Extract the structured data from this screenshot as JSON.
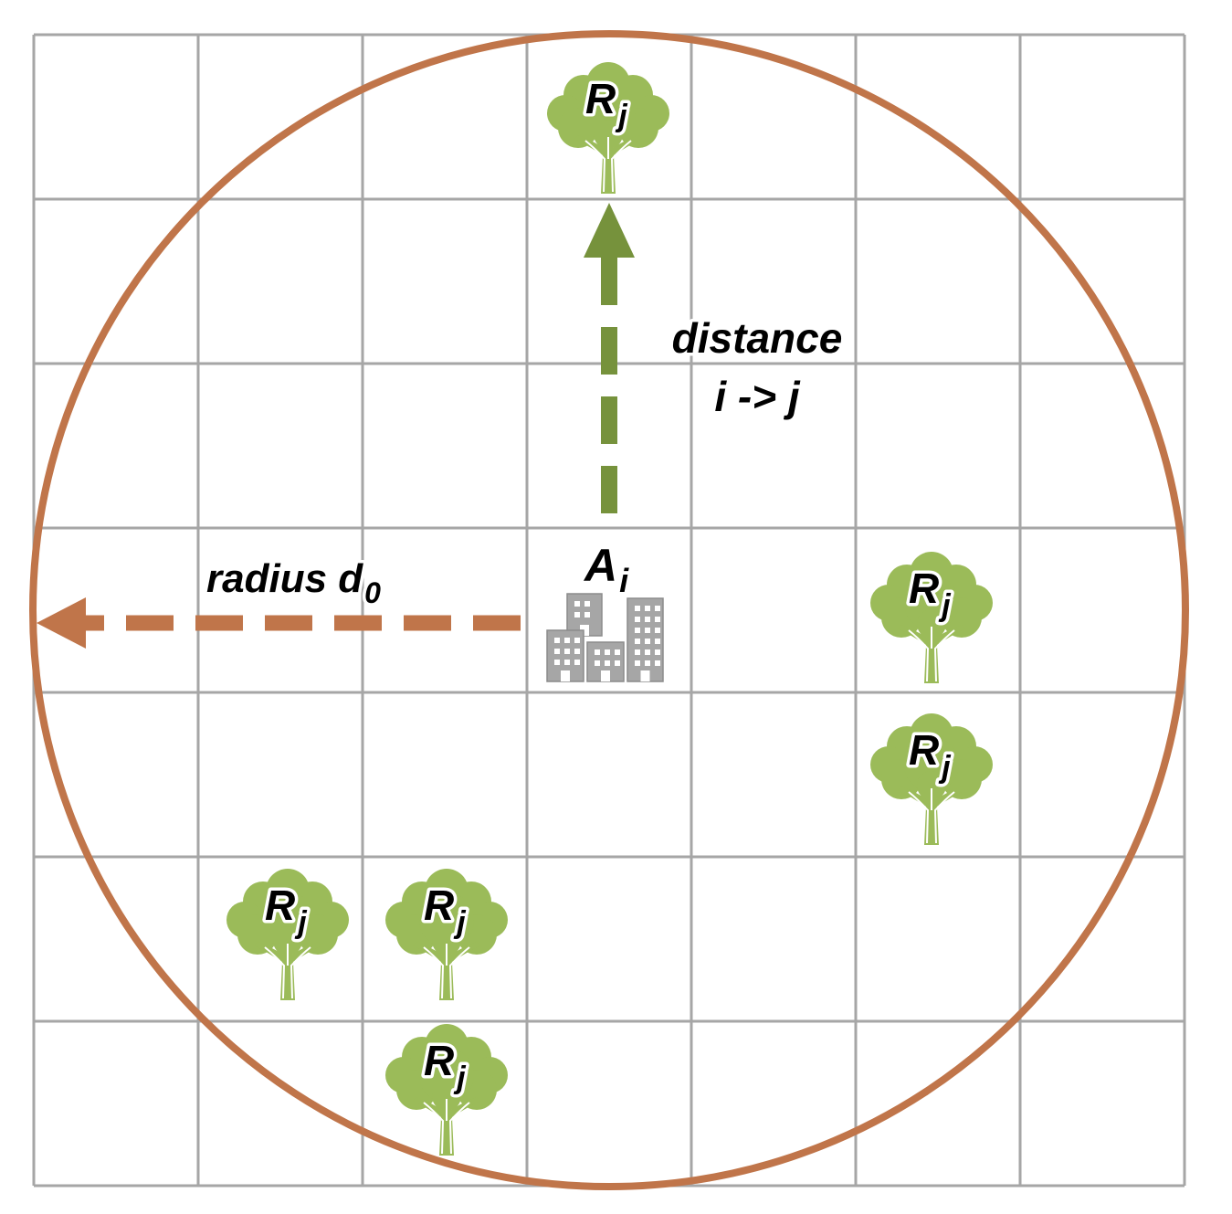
{
  "colors": {
    "grid": "#a6a6a6",
    "circle": "#c0754a",
    "radius_arrow": "#c0754a",
    "distance_arrow": "#76923c",
    "tree": "#9bbb59",
    "building": "#a6a6a6",
    "text": "#000000"
  },
  "grid": {
    "rows": 7,
    "cols": 7
  },
  "labels": {
    "area_main": "A",
    "area_sub": "i",
    "resource_main": "R",
    "resource_sub": "j",
    "radius_main": "radius d",
    "radius_sub": "0",
    "distance_line1": "distance",
    "distance_line2": "i -> j"
  },
  "icons": {
    "resource": "tree-icon",
    "area": "buildings-icon",
    "radius": "dashed-arrow-left-icon",
    "distance": "dashed-arrow-up-icon"
  },
  "trees": [
    {
      "name": "tree-top"
    },
    {
      "name": "tree-right-1"
    },
    {
      "name": "tree-right-2"
    },
    {
      "name": "tree-bottom-left"
    },
    {
      "name": "tree-bottom-mid"
    },
    {
      "name": "tree-bottom-lower"
    }
  ]
}
